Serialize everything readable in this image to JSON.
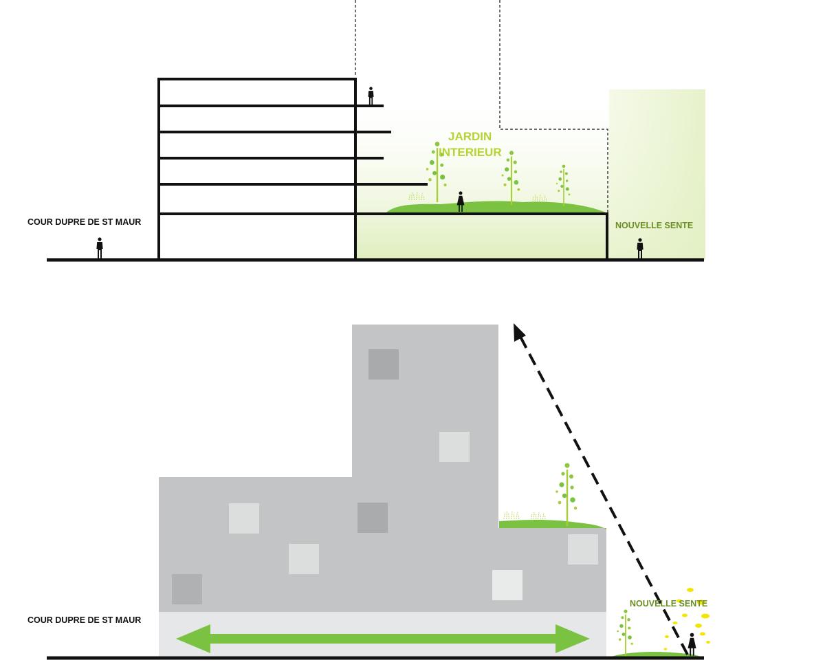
{
  "section": {
    "label_left": "COUR DUPRE DE ST MAUR",
    "label_right": "NOUVELLE SENTE",
    "garden_line1": "JARDIN",
    "garden_line2": "INTERIEUR"
  },
  "elevation": {
    "label_left": "COUR DUPRE DE ST MAUR",
    "label_right": "NOUVELLE SENTE"
  },
  "colors": {
    "line": "#111111",
    "garden_green": "#7cc242",
    "label_green": "#6b8e23",
    "title_green": "#b5d334",
    "facade_gray": "#c3c4c6",
    "arrow_green": "#7cc242"
  },
  "icons": [
    "person-icon",
    "tree-icon",
    "dashed-arrow-icon",
    "double-arrow-icon"
  ]
}
